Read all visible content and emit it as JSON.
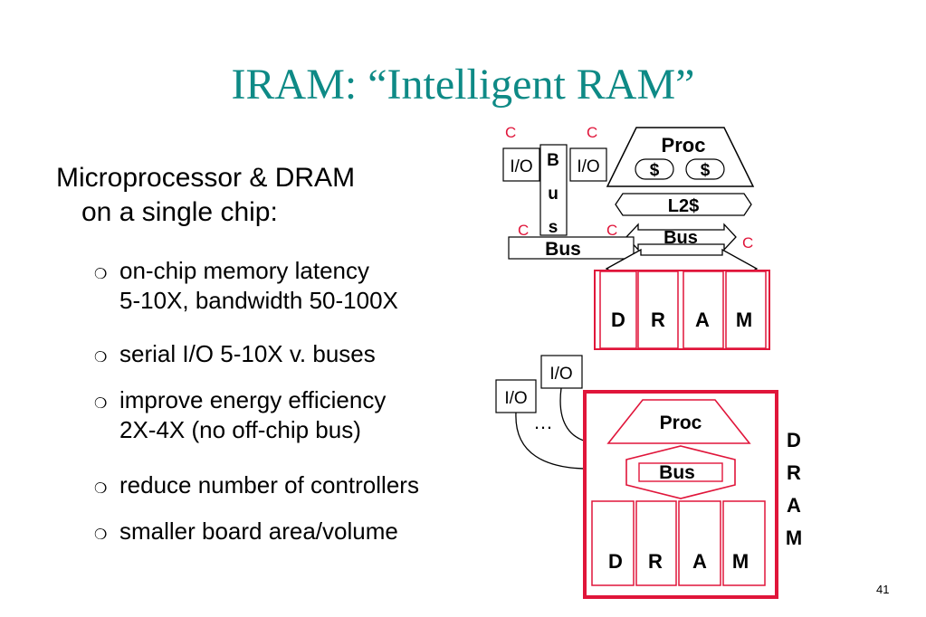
{
  "title": "IRAM: “Intelligent RAM”",
  "main_bullet": {
    "line1": "Microprocessor & DRAM",
    "line2": "on a single chip:"
  },
  "sub_bullets": [
    {
      "line1": "on-chip memory latency",
      "line2": "5-10X, bandwidth 50-100X"
    },
    {
      "line1": "serial I/O 5-10X v. buses"
    },
    {
      "line1": "improve energy efficiency",
      "line2": "2X-4X (no off-chip bus)"
    },
    {
      "line1": "reduce number of controllers"
    },
    {
      "line1": "smaller board area/volume"
    }
  ],
  "bullet_marker": "❍",
  "slide_number": "41",
  "top_diagram": {
    "c_label": "C",
    "io_label": "I/O",
    "bus_vertical_letters": [
      "B",
      "u",
      "s"
    ],
    "proc_label": "Proc",
    "cache_label": "$",
    "l2_label": "L2$",
    "bus_label": "Bus",
    "dram_letters": [
      "D",
      "R",
      "A",
      "M"
    ]
  },
  "bottom_diagram": {
    "io_label": "I/O",
    "ellipsis": "…",
    "proc_label": "Proc",
    "bus_label": "Bus",
    "dram_letters": [
      "D",
      "R",
      "A",
      "M"
    ],
    "side_letters": [
      "D",
      "R",
      "A",
      "M"
    ]
  },
  "colors": {
    "title": "#0e8a86",
    "accent_red": "#e0153a"
  }
}
